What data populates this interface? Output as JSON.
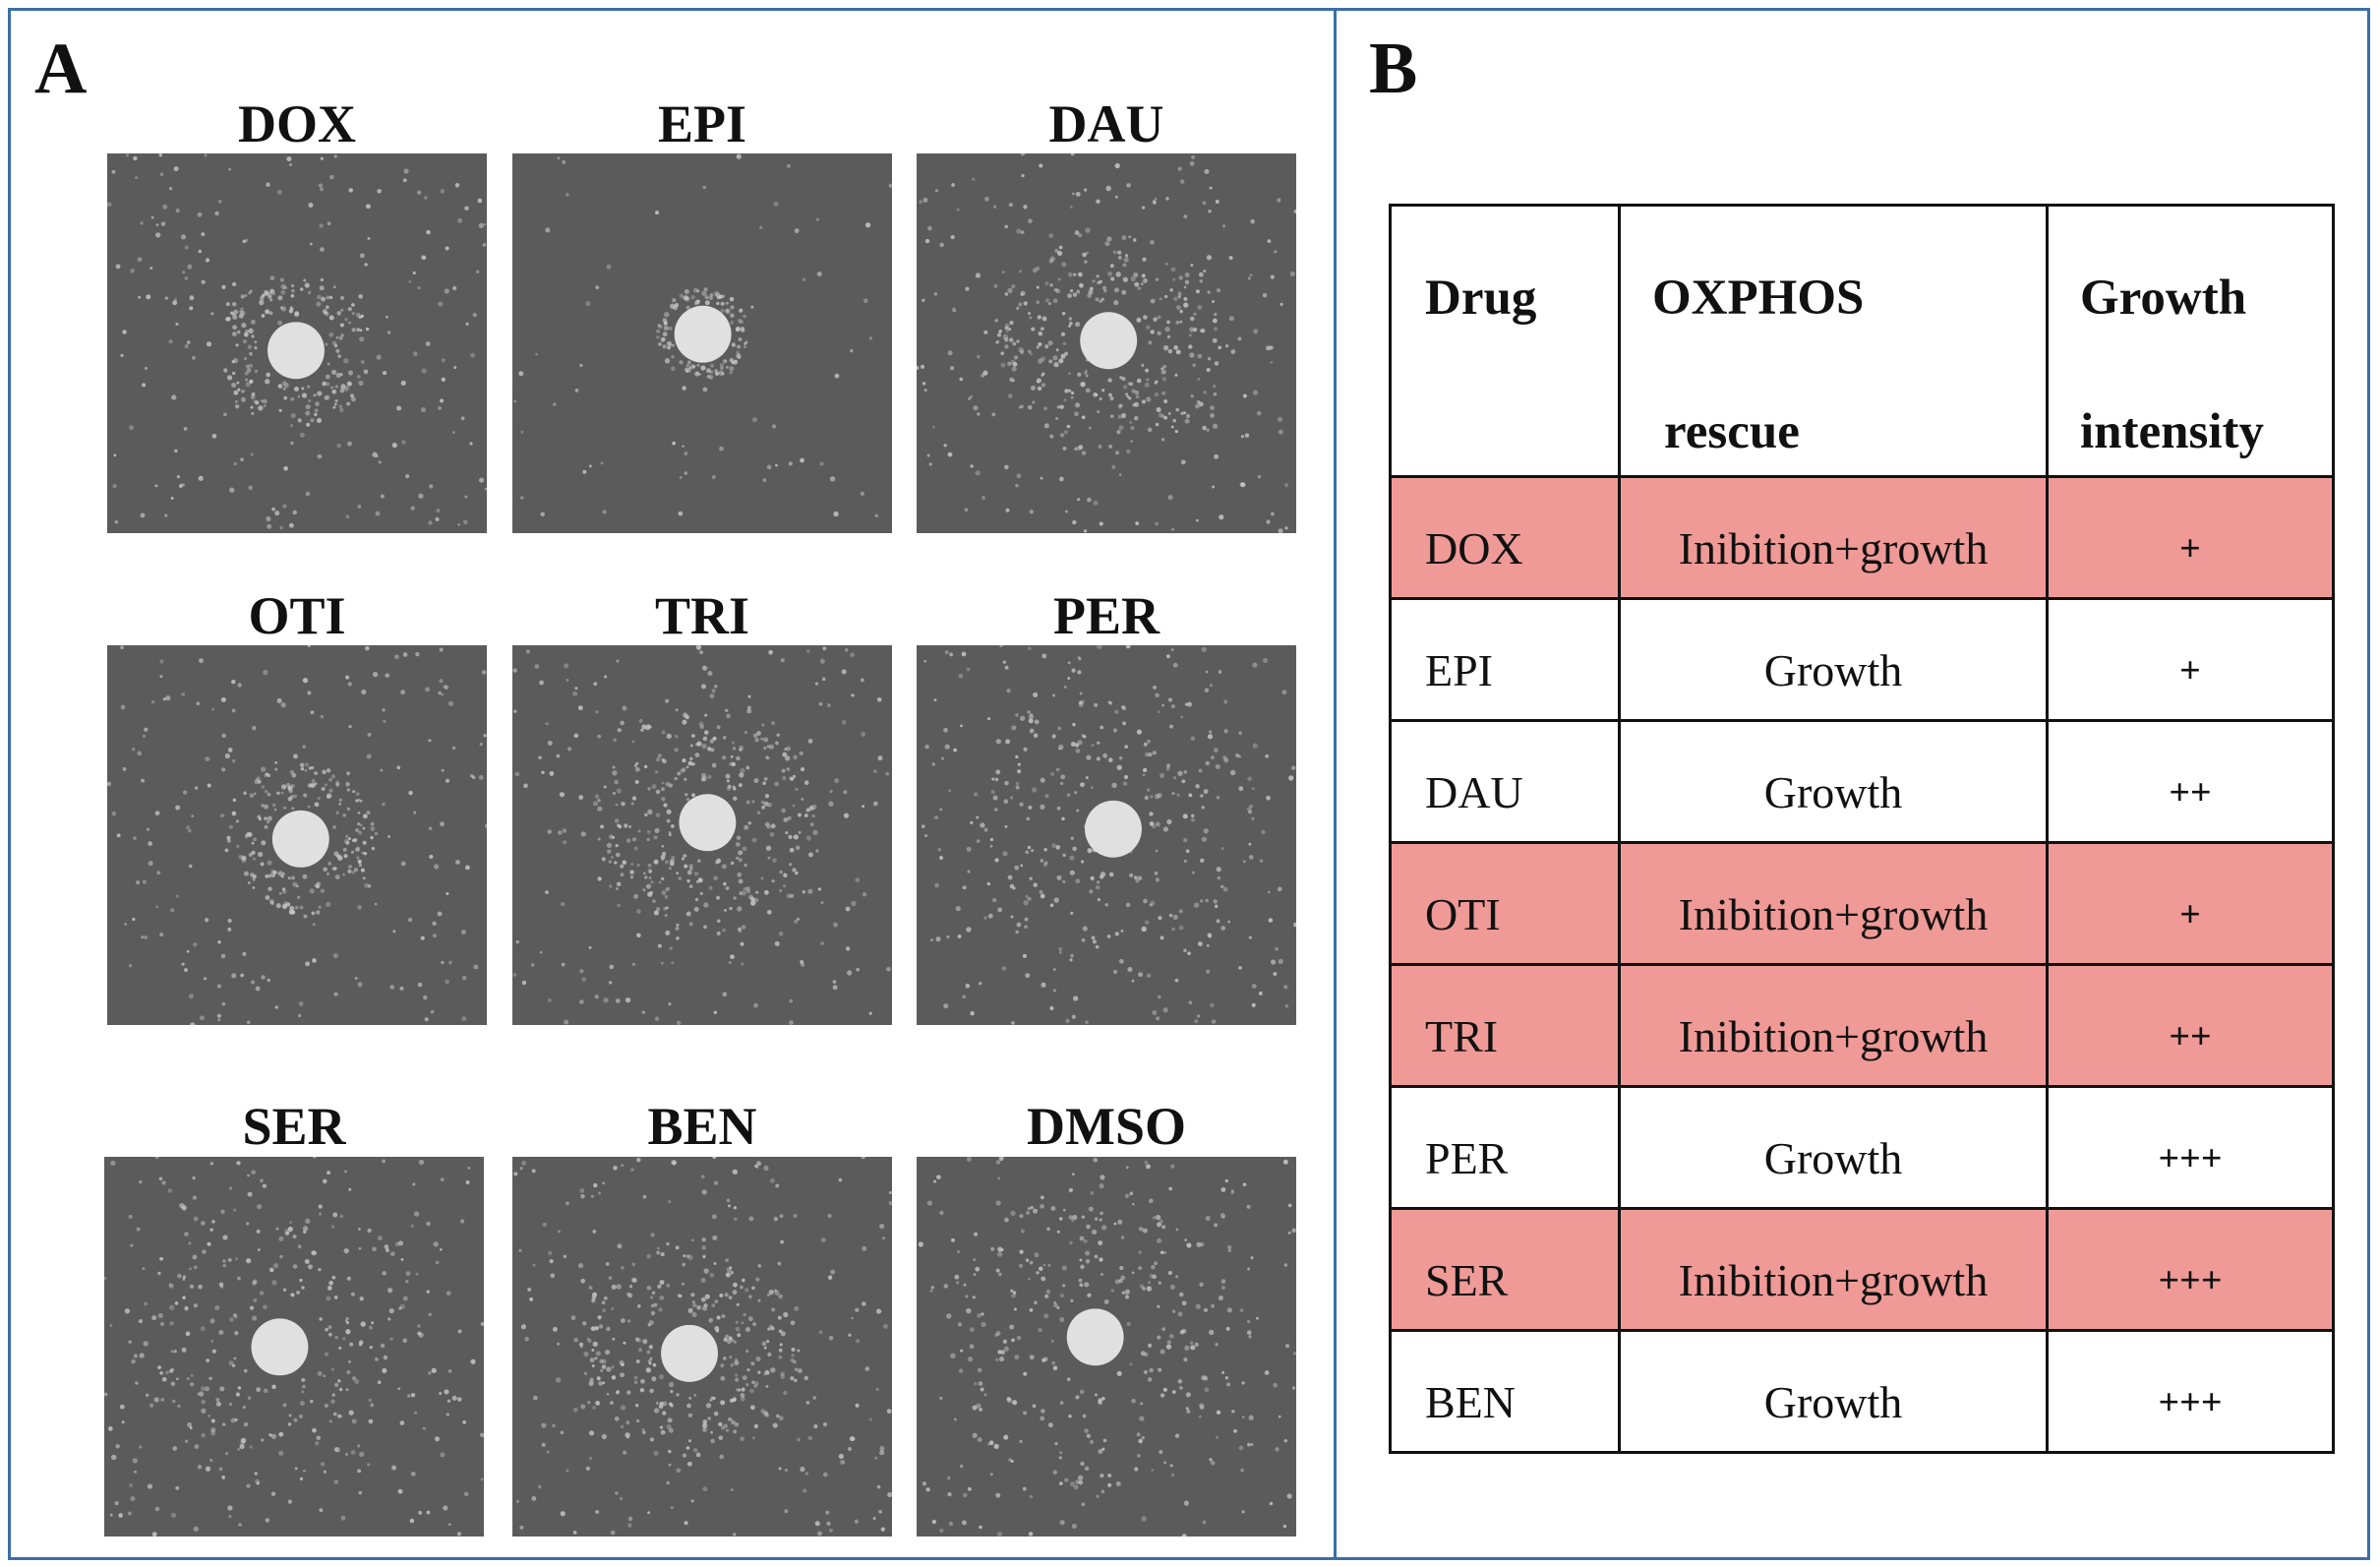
{
  "panel_a": {
    "letter": "A",
    "plates": [
      {
        "label": "DOX",
        "halo": "ring"
      },
      {
        "label": "EPI",
        "halo": "tight-ring"
      },
      {
        "label": "DAU",
        "halo": "wide"
      },
      {
        "label": "OTI",
        "halo": "ring"
      },
      {
        "label": "TRI",
        "halo": "wide"
      },
      {
        "label": "PER",
        "halo": "diffuse"
      },
      {
        "label": "SER",
        "halo": "diffuse"
      },
      {
        "label": "BEN",
        "halo": "wide"
      },
      {
        "label": "DMSO",
        "halo": "diffuse"
      }
    ]
  },
  "panel_b": {
    "letter": "B",
    "table": {
      "headers": {
        "drug": "Drug",
        "oxphos_1": "OXPHOS",
        "oxphos_2": "rescue",
        "growth_1": "Growth",
        "growth_2": "intensity"
      },
      "rows": [
        {
          "drug": "DOX",
          "oxphos": "Inibition+growth",
          "growth": "+",
          "highlight": true
        },
        {
          "drug": "EPI",
          "oxphos": "Growth",
          "growth": "+",
          "highlight": false
        },
        {
          "drug": "DAU",
          "oxphos": "Growth",
          "growth": "++",
          "highlight": false
        },
        {
          "drug": "OTI",
          "oxphos": "Inibition+growth",
          "growth": "+",
          "highlight": true
        },
        {
          "drug": "TRI",
          "oxphos": "Inibition+growth",
          "growth": "++",
          "highlight": true
        },
        {
          "drug": "PER",
          "oxphos": "Growth",
          "growth": "+++",
          "highlight": false
        },
        {
          "drug": "SER",
          "oxphos": "Inibition+growth",
          "growth": "+++",
          "highlight": true
        },
        {
          "drug": "BEN",
          "oxphos": "Growth",
          "growth": "+++",
          "highlight": false
        }
      ]
    }
  },
  "colors": {
    "border": "#3b6ea5",
    "highlight_row": "#ef9a96",
    "plate_background": "#5b5b5b",
    "colony": "#c9c9c9",
    "disc": "#e0e0e0"
  }
}
